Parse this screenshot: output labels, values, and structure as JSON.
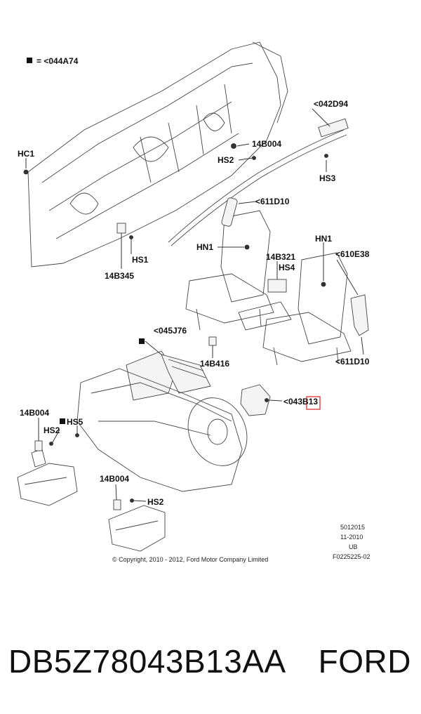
{
  "legend": {
    "text": "= <044A74"
  },
  "callouts": {
    "c042D94": "<042D94",
    "c14B004_top": "14B004",
    "c14B004_left": "14B004",
    "c14B004_bottom": "14B004",
    "cHS2_top": "HS2",
    "cHS2_left": "HS2",
    "cHS2_bottom": "HS2",
    "cHS3": "HS3",
    "cHC1": "HC1",
    "c611D10_top": "<611D10",
    "c611D10_bottom": "<611D10",
    "cHN1_left": "HN1",
    "cHN1_right": "HN1",
    "c14B321": "14B321",
    "cHS4": "HS4",
    "c610E38": "<610E38",
    "cHS1": "HS1",
    "c14B345": "14B345",
    "c045J76": "<045J76",
    "c14B416": "14B416",
    "c043B13": "<043B13",
    "cHS5": "HS5"
  },
  "info_block": {
    "line1": "5012015",
    "line2": "11-2010",
    "line3": "UB",
    "line4": "F0225225-02"
  },
  "copyright": "© Copyright, 2010 - 2012, Ford Motor Company Limited",
  "footer": {
    "part_number": "DB5Z78043B13AA",
    "brand": "FORD"
  },
  "colors": {
    "highlight": "#e02020",
    "ink": "#111111",
    "background": "#ffffff"
  }
}
